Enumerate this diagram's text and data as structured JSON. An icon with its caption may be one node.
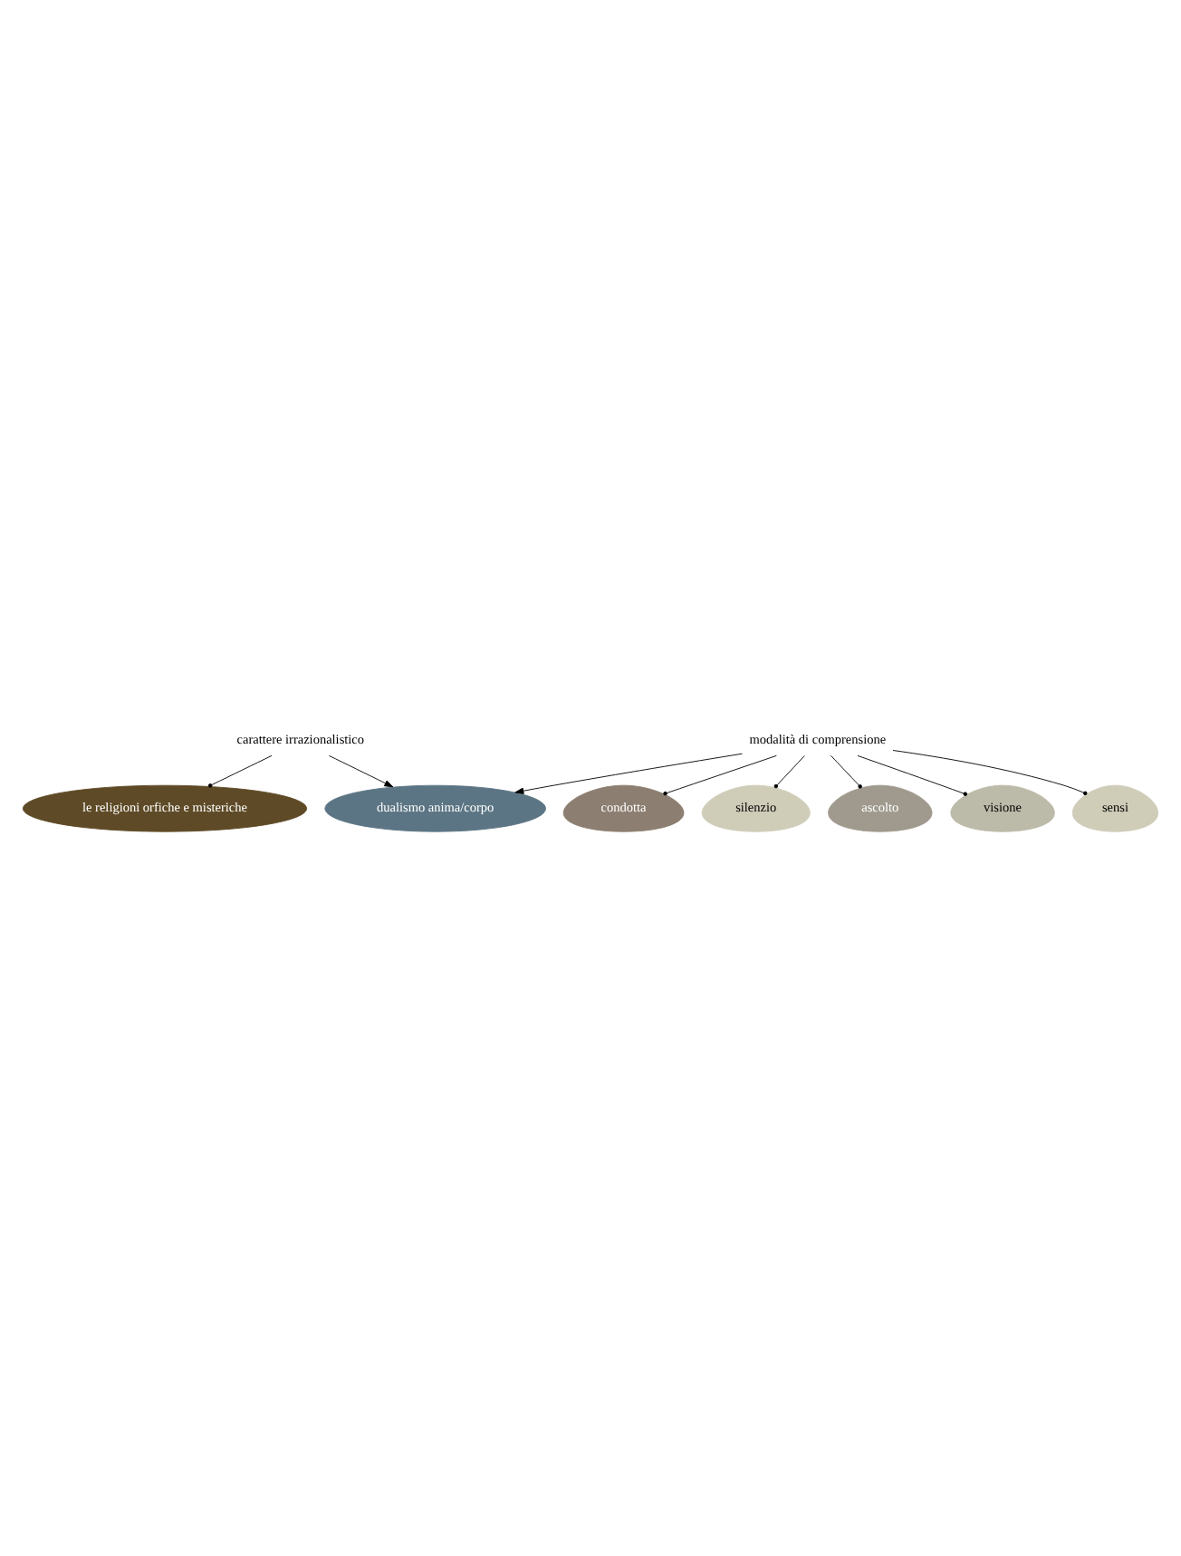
{
  "diagram": {
    "nodes": [
      {
        "text": [
          "le religioni orfiche e misteriche"
        ]
      },
      {
        "text": [
          "carattere irrazionalistico"
        ]
      },
      {
        "text": [
          "dualismo anima/corpo"
        ]
      },
      {
        "text": [
          "modalità di comprensione"
        ]
      },
      {
        "text": [
          "condotta"
        ]
      },
      {
        "text": [
          "silenzio"
        ]
      },
      {
        "text": [
          "ascolto"
        ]
      },
      {
        "text": [
          "visione"
        ]
      },
      {
        "text": [
          "sensi"
        ]
      }
    ],
    "edges": [
      {
        "from": 1,
        "to": 0,
        "arrow": "other"
      },
      {
        "from": 1,
        "to": 2,
        "arrow": "to"
      },
      {
        "from": 3,
        "to": 2,
        "arrow": "to"
      },
      {
        "from": 3,
        "to": 4,
        "arrow": "other"
      },
      {
        "from": 3,
        "to": 5,
        "arrow": "other"
      },
      {
        "from": 3,
        "to": 6,
        "arrow": "other"
      },
      {
        "from": 3,
        "to": 7,
        "arrow": "other"
      },
      {
        "from": 3,
        "to": 8,
        "arrow": "other"
      }
    ]
  }
}
